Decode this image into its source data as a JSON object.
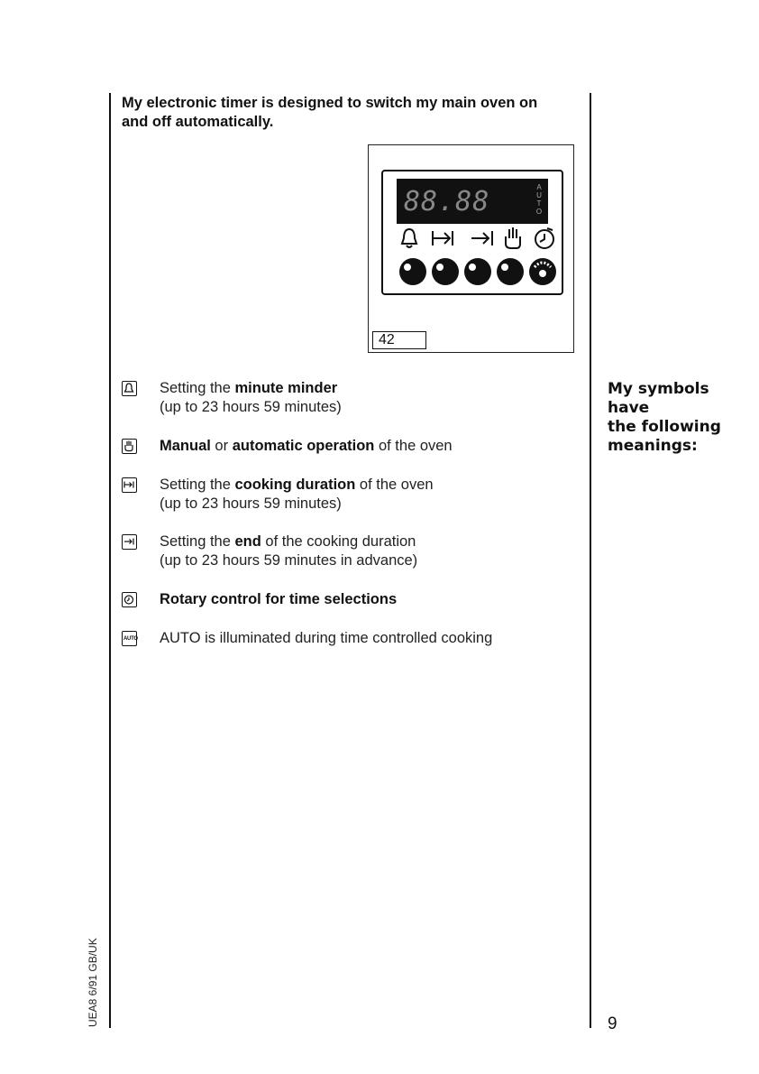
{
  "intro": {
    "line1": "My electronic timer is designed to switch my main oven on",
    "line2": "and off automatically."
  },
  "figure": {
    "display_digits": "88.88",
    "auto_letters": [
      "A",
      "U",
      "T",
      "O"
    ],
    "symbols": [
      "bell-icon",
      "duration-icon",
      "end-icon",
      "hand-icon",
      "rotary-clock-icon"
    ],
    "knob_icons": [
      "knob-icon",
      "knob-icon",
      "knob-icon",
      "knob-icon",
      "rotary-knob-icon"
    ],
    "label": "42"
  },
  "sidebar": {
    "line1": "My symbols",
    "line2": "have",
    "line3": "the following",
    "line4": "meanings:"
  },
  "items": [
    {
      "icon": "bell-icon",
      "pre": "Setting the ",
      "bold": "minute minder",
      "post": "",
      "line2": "(up to 23 hours 59 minutes)"
    },
    {
      "icon": "hand-icon",
      "bold1": "Manual",
      "mid": " or ",
      "bold2": "automatic operation",
      "post": " of the oven"
    },
    {
      "icon": "duration-icon",
      "pre": "Setting the ",
      "bold": "cooking duration",
      "post": " of the oven",
      "line2": "(up to 23 hours 59 minutes)"
    },
    {
      "icon": "end-icon",
      "pre": "Setting the ",
      "bold": "end",
      "post": " of the cooking duration",
      "line2": "(up to 23 hours 59 minutes in advance)"
    },
    {
      "icon": "rotary-clock-icon",
      "bold": "Rotary control for time selections"
    },
    {
      "icon": "auto-icon",
      "icon_text": "AUTO",
      "text": "AUTO is illuminated during time controlled cooking"
    }
  ],
  "footer": {
    "code": "UEA8 6/91   GB/UK",
    "page_number": "9"
  }
}
